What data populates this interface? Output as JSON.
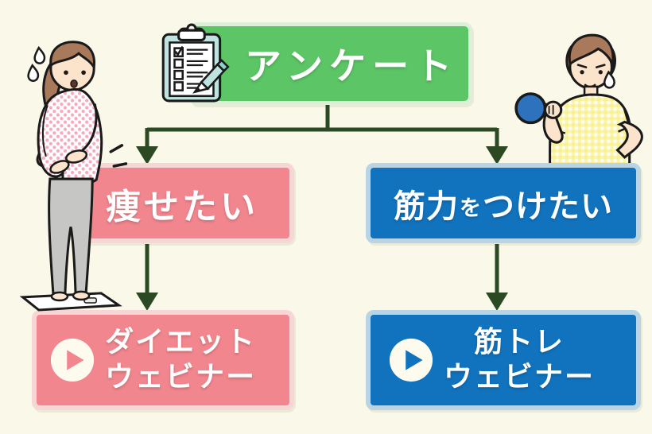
{
  "background": "#FAF8E8",
  "palette": {
    "arrow_green": "#2B4922",
    "survey_fill": "#5CC566",
    "survey_border": "#DCF0D8",
    "diet_fill": "#F2868E",
    "diet_border": "#F9D6D6",
    "muscle_fill": "#1173BE",
    "muscle_border": "#B8D4E5",
    "text_color": "#FFFFFF",
    "play_circle": "#FDFAEE"
  },
  "survey": {
    "label": "アンケート",
    "icon": "clipboard-checklist-icon"
  },
  "branches": {
    "left": {
      "label": "痩せたい"
    },
    "right": {
      "pre": "筋力",
      "particle": "を",
      "post": "つけたい"
    }
  },
  "webinars": {
    "left": {
      "line1": "ダイエット",
      "line2": "ウェビナー",
      "icon": "play-icon"
    },
    "right": {
      "line1": "筋トレ",
      "line2": "ウェビナー",
      "icon": "play-icon"
    }
  },
  "illustrations": {
    "left": "worried-woman-on-scale",
    "right": "man-lifting-dumbbell"
  }
}
